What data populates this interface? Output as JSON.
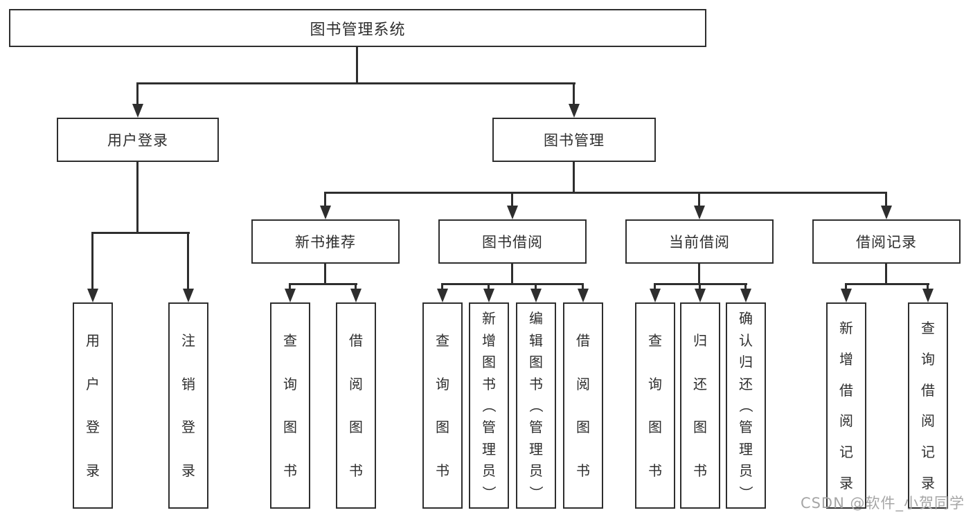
{
  "colors": {
    "line": "#2e2e2e",
    "box_border": "#2e2e2e",
    "box_fill": "#ffffff",
    "text": "#2e2e2e",
    "watermark": "#a6a6a6",
    "background": "#ffffff"
  },
  "tree": {
    "root": "图书管理系统",
    "branches": [
      {
        "label": "用户登录",
        "children": [
          "用户登录",
          "注销登录"
        ]
      },
      {
        "label": "图书管理",
        "groups": [
          {
            "label": "新书推荐",
            "children": [
              "查询图书",
              "借阅图书"
            ]
          },
          {
            "label": "图书借阅",
            "children": [
              "查询图书",
              "新增图书（管理员）",
              "编辑图书（管理员）",
              "借阅图书"
            ]
          },
          {
            "label": "当前借阅",
            "children": [
              "查询图书",
              "归还图书",
              "确认归还（管理员）"
            ]
          },
          {
            "label": "借阅记录",
            "children": [
              "新增借阅记录",
              "查询借阅记录"
            ]
          }
        ]
      }
    ]
  },
  "watermark": {
    "text": "CSDN @软件_小贺同学"
  }
}
